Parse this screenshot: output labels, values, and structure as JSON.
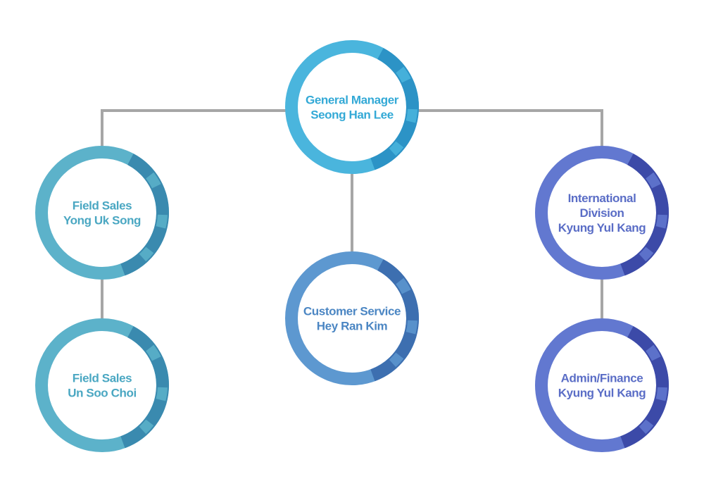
{
  "org_chart": {
    "connector_color": "#a6a6a6",
    "root": {
      "id": "general-manager",
      "lines": [
        "General Manager",
        "Seong Han Lee"
      ],
      "ring_color": "#4ab5dd",
      "accent_color": "#2c93c6",
      "text_color": "#33a9d6",
      "children": [
        {
          "id": "field-sales-yong-uk-song",
          "lines": [
            "Field Sales",
            "Yong Uk Song"
          ],
          "ring_color": "#5cb2ca",
          "accent_color": "#3a8aaf",
          "text_color": "#4aa7c2",
          "children": [
            {
              "id": "field-sales-un-soo-choi",
              "lines": [
                "Field Sales",
                "Un Soo Choi"
              ],
              "ring_color": "#5cb2ca",
              "accent_color": "#3a8aaf",
              "text_color": "#4aa7c2",
              "children": []
            }
          ]
        },
        {
          "id": "customer-service-hey-ran-kim",
          "lines": [
            "Customer Service",
            "Hey Ran Kim"
          ],
          "ring_color": "#5d98d0",
          "accent_color": "#3d6fb0",
          "text_color": "#4b86c3",
          "children": []
        },
        {
          "id": "international-division-kyung-yul-kang",
          "lines": [
            "International",
            "Division",
            "Kyung Yul Kang"
          ],
          "ring_color": "#6278d0",
          "accent_color": "#3c4aa8",
          "text_color": "#5a6dc6",
          "children": [
            {
              "id": "admin-finance-kyung-yul-kang",
              "lines": [
                "Admin/Finance",
                "Kyung Yul Kang"
              ],
              "ring_color": "#6278d0",
              "accent_color": "#3c4aa8",
              "text_color": "#5a6dc6",
              "children": []
            }
          ]
        }
      ]
    }
  }
}
